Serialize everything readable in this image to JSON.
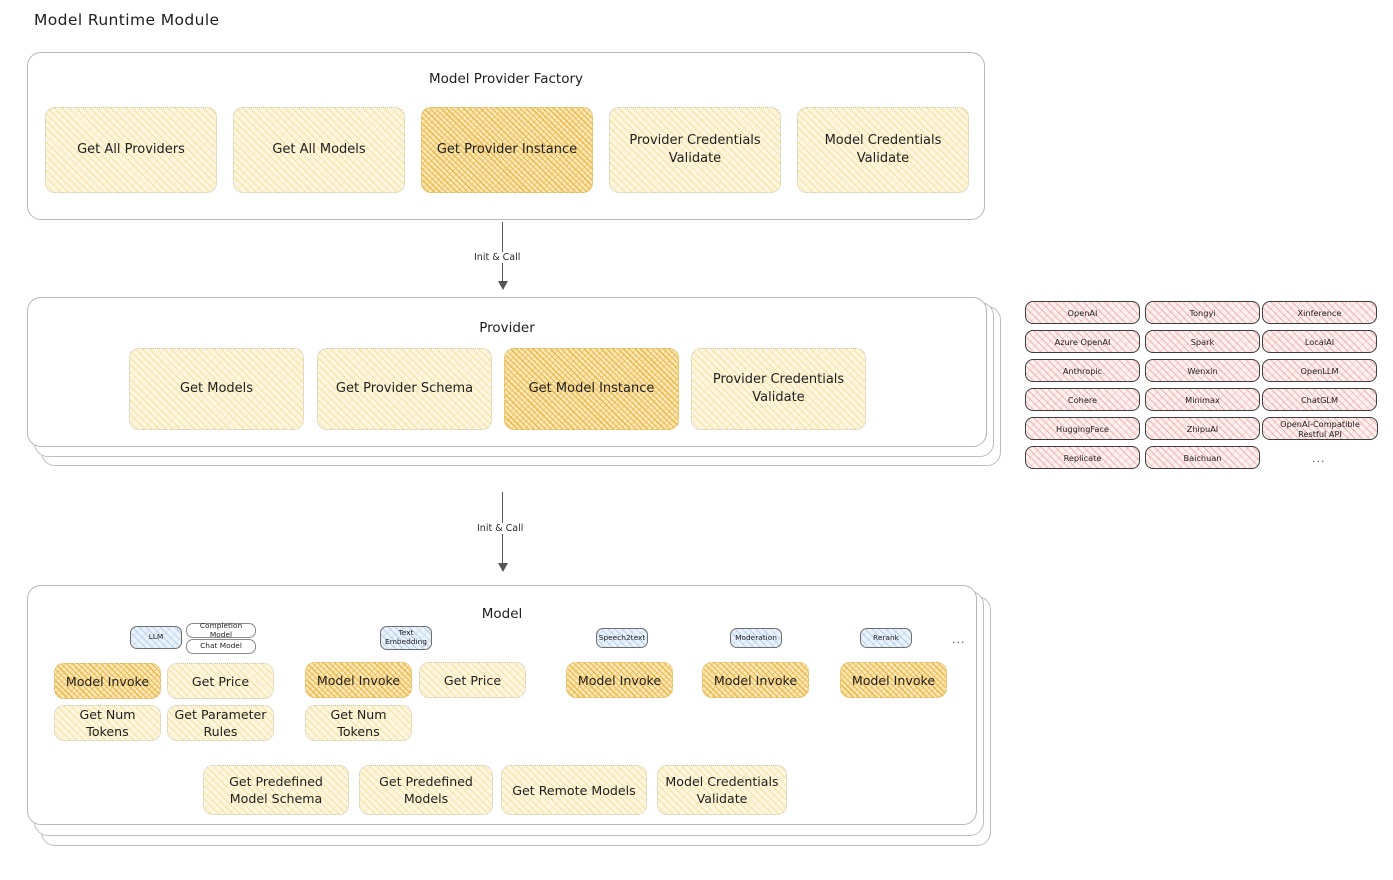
{
  "title": "Model Runtime Module",
  "factory": {
    "title": "Model Provider Factory",
    "methods": [
      {
        "label": "Get All Providers",
        "highlighted": false
      },
      {
        "label": "Get All Models",
        "highlighted": false
      },
      {
        "label": "Get Provider Instance",
        "highlighted": true
      },
      {
        "label": "Provider Credentials Validate",
        "highlighted": false
      },
      {
        "label": "Model Credentials Validate",
        "highlighted": false
      }
    ]
  },
  "arrows": [
    {
      "label": "Init & Call"
    },
    {
      "label": "Init & Call"
    }
  ],
  "provider": {
    "title": "Provider",
    "methods": [
      {
        "label": "Get Models",
        "highlighted": false
      },
      {
        "label": "Get Provider Schema",
        "highlighted": false
      },
      {
        "label": "Get Model Instance",
        "highlighted": true
      },
      {
        "label": "Provider Credentials Validate",
        "highlighted": false
      }
    ]
  },
  "provider_list": {
    "columns": [
      {
        "items": [
          "OpenAI",
          "Azure OpenAI",
          "Anthropic",
          "Cohere",
          "HuggingFace",
          "Replicate"
        ]
      },
      {
        "items": [
          "Tongyi",
          "Spark",
          "Wenxin",
          "Minimax",
          "ZhipuAI",
          "Baichuan"
        ]
      },
      {
        "items": [
          "Xinference",
          "LocalAI",
          "OpenLLM",
          "ChatGLM",
          "OpenAI-Compatible Restful API"
        ]
      }
    ],
    "more": "..."
  },
  "model": {
    "title": "Model",
    "more": "...",
    "types": [
      {
        "badge": "LLM",
        "sub_badges": [
          "Completion Model",
          "Chat Model"
        ],
        "methods": [
          {
            "label": "Model Invoke",
            "highlighted": true
          },
          {
            "label": "Get Price",
            "highlighted": false
          },
          {
            "label": "Get Num Tokens",
            "highlighted": false
          },
          {
            "label": "Get Parameter Rules",
            "highlighted": false
          }
        ]
      },
      {
        "badge": "Text Embedding",
        "sub_badges": [],
        "methods": [
          {
            "label": "Model Invoke",
            "highlighted": true
          },
          {
            "label": "Get Price",
            "highlighted": false
          },
          {
            "label": "Get Num Tokens",
            "highlighted": false
          }
        ]
      },
      {
        "badge": "Speech2text",
        "sub_badges": [],
        "methods": [
          {
            "label": "Model Invoke",
            "highlighted": true
          }
        ]
      },
      {
        "badge": "Moderation",
        "sub_badges": [],
        "methods": [
          {
            "label": "Model Invoke",
            "highlighted": true
          }
        ]
      },
      {
        "badge": "Rerank",
        "sub_badges": [],
        "methods": [
          {
            "label": "Model Invoke",
            "highlighted": true
          }
        ]
      }
    ],
    "shared_methods": [
      {
        "label": "Get Predefined Model Schema"
      },
      {
        "label": "Get Predefined Models"
      },
      {
        "label": "Get Remote Models"
      },
      {
        "label": "Model Credentials Validate"
      }
    ]
  },
  "colors": {
    "fill_yellow": "#fdf6e0",
    "fill_orange": "#fbe8bd",
    "fill_pink": "#fdf0ef",
    "fill_blue": "#eaf3fb",
    "stroke": "#1e1e1e",
    "container_stroke": "#b7b7b7"
  }
}
